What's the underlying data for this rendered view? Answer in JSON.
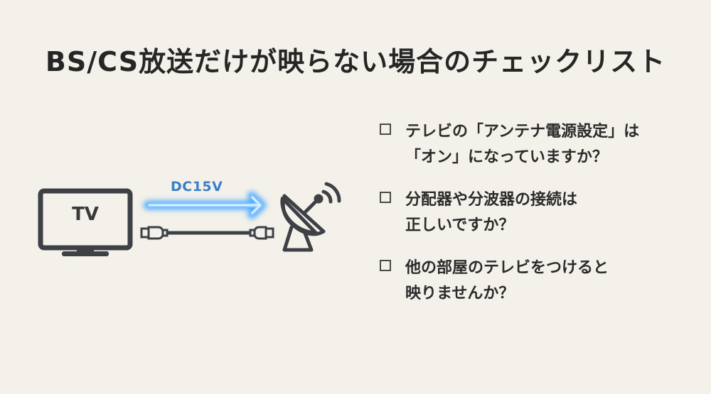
{
  "title": "BS/CS放送だけが映らない場合のチェックリスト",
  "diagram": {
    "tv_label": "TV",
    "power_label": "DC15V",
    "tv_icon": "tv-monitor-icon",
    "cable_icon": "coaxial-cable-icon",
    "arrow_icon": "glowing-arrow-icon",
    "antenna_icon": "satellite-dish-icon",
    "colors": {
      "background": "#f3f1ea",
      "icon_stroke": "#3d4045",
      "arrow_glow": "#4aa8ff",
      "arrow_core": "#d8efff",
      "power_label": "#3a80c8"
    }
  },
  "checklist": {
    "items": [
      {
        "text": "テレビの「アンテナ電源設定」は\n「オン」になっていますか？",
        "checked": false
      },
      {
        "text": "分配器や分波器の接続は\n正しいですか？",
        "checked": false
      },
      {
        "text": "他の部屋のテレビをつけると\n映りませんか？",
        "checked": false
      }
    ]
  }
}
